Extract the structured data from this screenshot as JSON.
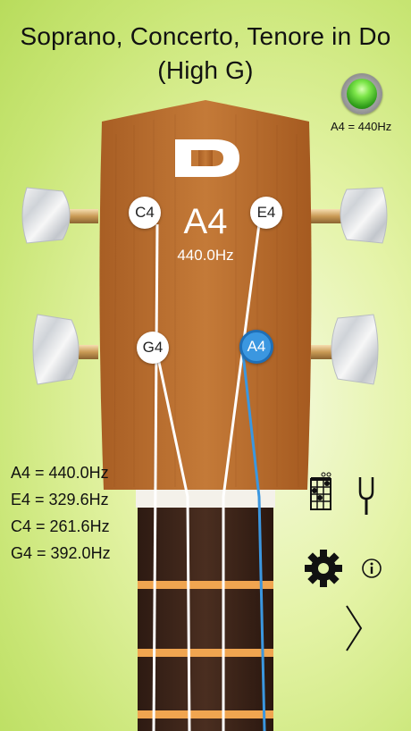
{
  "title": {
    "line1": "Soprano, Concerto, Tenore in Do",
    "line2": "(High G)"
  },
  "reference": {
    "label": "A4 = 440Hz",
    "status_color": "#4cc72e"
  },
  "display": {
    "note": "A4",
    "frequency": "440.0Hz"
  },
  "strings": [
    {
      "note": "C4",
      "active": false
    },
    {
      "note": "E4",
      "active": false
    },
    {
      "note": "G4",
      "active": false
    },
    {
      "note": "A4",
      "active": true
    }
  ],
  "frequency_list": [
    "A4 = 440.0Hz",
    "E4 = 329.6Hz",
    "C4 = 261.6Hz",
    "G4 = 392.0Hz"
  ],
  "icons": {
    "chord": "chord-chart-icon",
    "fork": "tuning-fork-icon",
    "settings": "gear-icon",
    "info": "info-icon",
    "next": "chevron-right-icon"
  },
  "colors": {
    "active": "#3b97e0",
    "wood": "#b86a2c",
    "fret_bar": "#f0a550"
  }
}
